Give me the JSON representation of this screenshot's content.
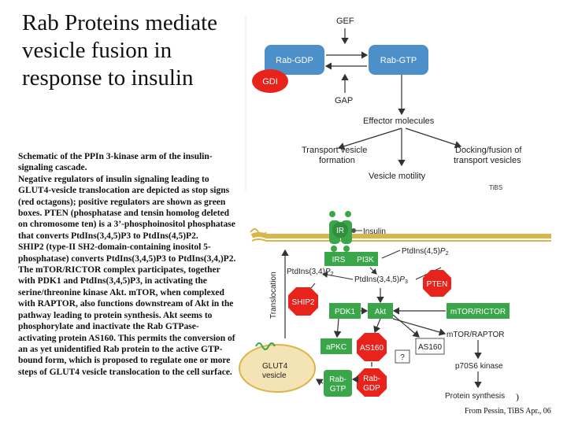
{
  "title": "Rab Proteins mediate vesicle fusion in response to insulin",
  "body": {
    "lines": [
      "Schematic of the PPIn 3-kinase arm of the insulin-signaling cascade.",
      "Negative regulators of insulin signaling leading to GLUT4-vesicle translocation are depicted as stop signs (red octagons); positive regulators are shown as green boxes. PTEN (phosphatase and tensin homolog deleted on chromosome ten) is a 3’-phosphoinositol phosphatase that converts PtdIns(3,4,5)P3 to PtdIns(4,5)P2.",
      "SHIP2 (type-II SH2-domain-containing inositol 5-phosphatase) converts PtdIns(3,4,5)P3 to PtdIns(3,4,)P2. The mTOR/RICTOR complex participates, together with PDK1 and PtdIns(3,4,5)P3, in activating the serine/threonine kinase Akt. mTOR, when complexed with RAPTOR, also functions downstream of Akt in the pathway leading to protein synthesis. Akt seems to phosphorylate and inactivate the Rab GTPase-activating protein AS160. This permits the conversion of an as yet unidentified Rab protein to the active GTP-bound form, which is proposed to regulate one or more steps of GLUT4 vesicle translocation to the cell surface."
    ]
  },
  "top_diagram": {
    "gef": "GEF",
    "rab_gdp": "Rab-GDP",
    "rab_gtp": "Rab-GTP",
    "gdi": "GDI",
    "gap": "GAP",
    "effector": "Effector molecules",
    "transport_1": "Transport vesicle",
    "transport_2": "formation",
    "docking_1": "Docking/fusion of",
    "docking_2": "transport vesicles",
    "motility": "Vesicle motility",
    "tibs": "TiBS"
  },
  "bottom_diagram": {
    "ir": "IR",
    "insulin": "Insulin",
    "irs": "IRS",
    "pi3k": "PI3K",
    "ptdins45_base": "PtdIns(4,5)",
    "ptdins45_sub": "P",
    "ptdins45_subnum": "2",
    "ptdins34_base": "PtdIns(3,4)",
    "ptdins34_sub": "P",
    "ptdins34_subnum": "2",
    "ptdins345_base": "PtdIns(3,4,5)",
    "ptdins345_sub": "P",
    "ptdins345_subnum": "3",
    "pten": "PTEN",
    "translocation": "Translocation",
    "ship2": "SHIP2",
    "pdk1": "PDK1",
    "akt": "Akt",
    "mtor_rictor": "mTOR/RICTOR",
    "mtor_raptor": "mTOR/RAPTOR",
    "apkc": "aPKC",
    "as160": "AS160",
    "as160_b": "AS160",
    "question": "?",
    "glut4_1": "GLUT4",
    "glut4_2": "vesicle",
    "rab_gtp_1": "Rab-",
    "rab_gtp_2": "GTP",
    "rab_gdp_1": "Rab-",
    "rab_gdp_2": "GDP",
    "p70s6": "p70S6 kinase",
    "protein_synthesis": "Protein synthesis"
  },
  "paren": ")",
  "citation": "From Pessin, TiBS Apr., 06",
  "colors": {
    "green": "#3aa64a",
    "red": "#e8231c",
    "blue": "#4d8fc9",
    "vesicle": "#f3e3b5"
  }
}
